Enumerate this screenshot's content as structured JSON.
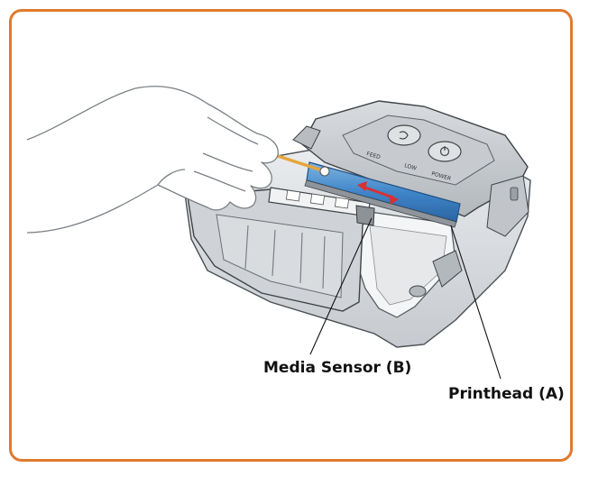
{
  "labels": {
    "media_sensor": "Media Sensor (B)",
    "printhead": "Printhead (A)"
  },
  "buttons": {
    "feed": "FEED",
    "low": "LOW",
    "power": "POWER"
  },
  "colors": {
    "frame_border": "#e07a2e",
    "printhead_blue": "#3f86c9",
    "swab_stick": "#e7a63a",
    "arrow_red": "#d93030"
  },
  "icons": {
    "feed_button": "feed-button-icon",
    "power_button": "power-icon",
    "arrow": "double-headed-arrow-icon"
  }
}
